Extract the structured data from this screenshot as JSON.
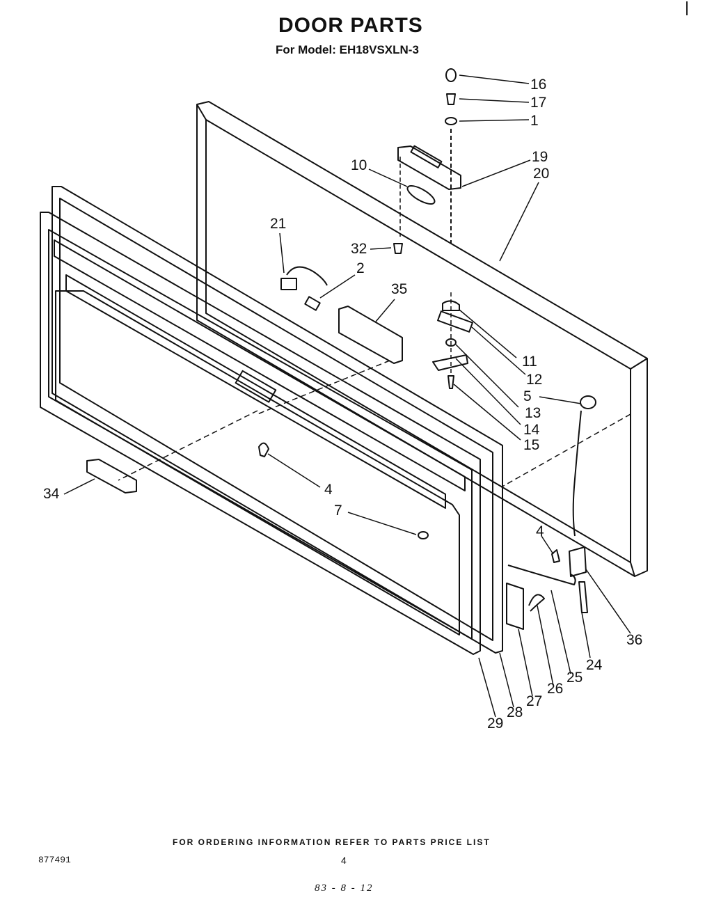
{
  "header": {
    "title": "DOOR PARTS",
    "subtitle": "For Model: EH18VSXLN-3"
  },
  "callouts": [
    "16",
    "17",
    "1",
    "19",
    "10",
    "20",
    "21",
    "32",
    "2",
    "35",
    "11",
    "12",
    "5",
    "13",
    "14",
    "15",
    "34",
    "4",
    "7",
    "4",
    "36",
    "24",
    "25",
    "26",
    "27",
    "28",
    "29"
  ],
  "footer": {
    "ordering_note": "FOR ORDERING INFORMATION REFER TO PARTS PRICE LIST",
    "document_number": "877491",
    "page_number": "4",
    "date_code": "83 - 8 - 12"
  }
}
